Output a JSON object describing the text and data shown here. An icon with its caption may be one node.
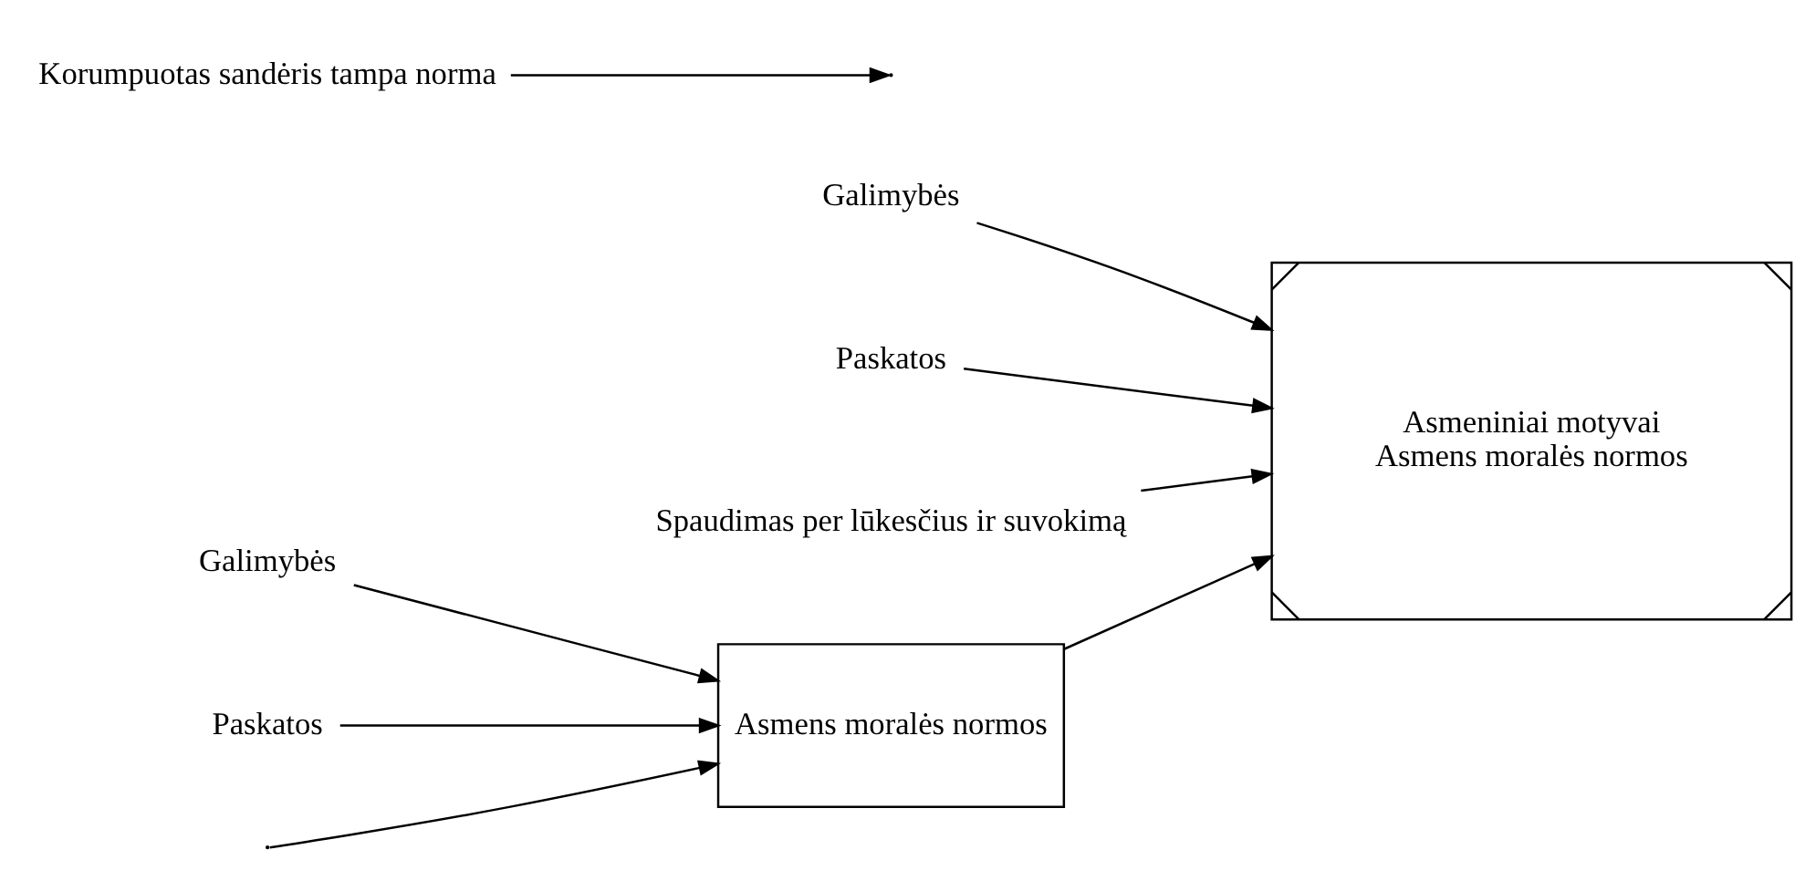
{
  "diagram": {
    "nodes": [
      {
        "text": [
          "Asmens moralės normos"
        ]
      },
      {
        "text": [
          "Galimybės"
        ]
      },
      {
        "text": [
          "Paskatos"
        ]
      },
      {
        "text": [
          "Korumpuotas sandėris tampa norma"
        ]
      },
      {
        "text": [
          "Asmeniniai motyvai",
          "Asmens moralės normos"
        ]
      },
      {
        "text": [
          "Galimybės"
        ]
      },
      {
        "text": [
          "Paskatos"
        ]
      },
      {
        "text": [
          "Spaudimas per lūkesčius ir suvokimą"
        ]
      }
    ],
    "edges": [
      {
        "from": null,
        "to": 0,
        "arrow": "to"
      },
      {
        "from": 1,
        "to": 0,
        "arrow": "to"
      },
      {
        "from": 2,
        "to": 0,
        "arrow": "to"
      },
      {
        "from": 0,
        "to": 4,
        "arrow": "to"
      },
      {
        "from": 3,
        "to": null,
        "arrow": "to"
      },
      {
        "from": 5,
        "to": 4,
        "arrow": "to"
      },
      {
        "from": 6,
        "to": 4,
        "arrow": "to"
      },
      {
        "from": 7,
        "to": 4,
        "arrow": "to"
      }
    ]
  }
}
